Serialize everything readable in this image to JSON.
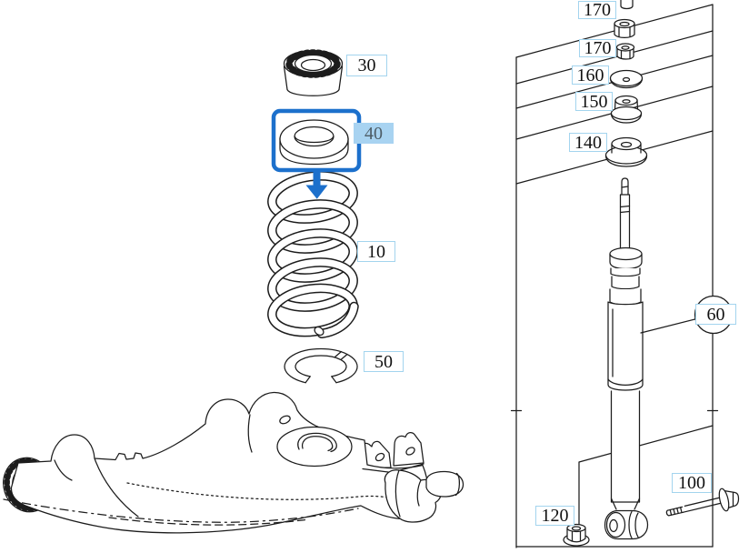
{
  "diagram": {
    "description": "Exploded parts diagram: coil spring with seats, lower control arm, shock absorber with mounting hardware stack, bolt and nuts",
    "colors": {
      "accent_blue": "#1c70cc",
      "highlight_fill": "#a8d3f1",
      "highlight_text": "#4d5c66",
      "label_border": "#a3d4ee",
      "line": "#1c1c1c",
      "background": "#ffffff"
    },
    "callouts": [
      {
        "id": "30",
        "text": "30",
        "style": "outlined"
      },
      {
        "id": "40",
        "text": "40",
        "style": "highlighted"
      },
      {
        "id": "10",
        "text": "10",
        "style": "outlined"
      },
      {
        "id": "50",
        "text": "50",
        "style": "outlined"
      },
      {
        "id": "170-upper",
        "text": "170",
        "style": "outlined"
      },
      {
        "id": "170-lower",
        "text": "170",
        "style": "outlined"
      },
      {
        "id": "160",
        "text": "160",
        "style": "outlined"
      },
      {
        "id": "150",
        "text": "150",
        "style": "outlined"
      },
      {
        "id": "140",
        "text": "140",
        "style": "outlined"
      },
      {
        "id": "60",
        "text": "60",
        "style": "outlined-balloon"
      },
      {
        "id": "100",
        "text": "100",
        "style": "outlined"
      },
      {
        "id": "120",
        "text": "120",
        "style": "outlined"
      }
    ],
    "selection": {
      "selected_callout": "40",
      "indicator": "down-arrow"
    }
  }
}
